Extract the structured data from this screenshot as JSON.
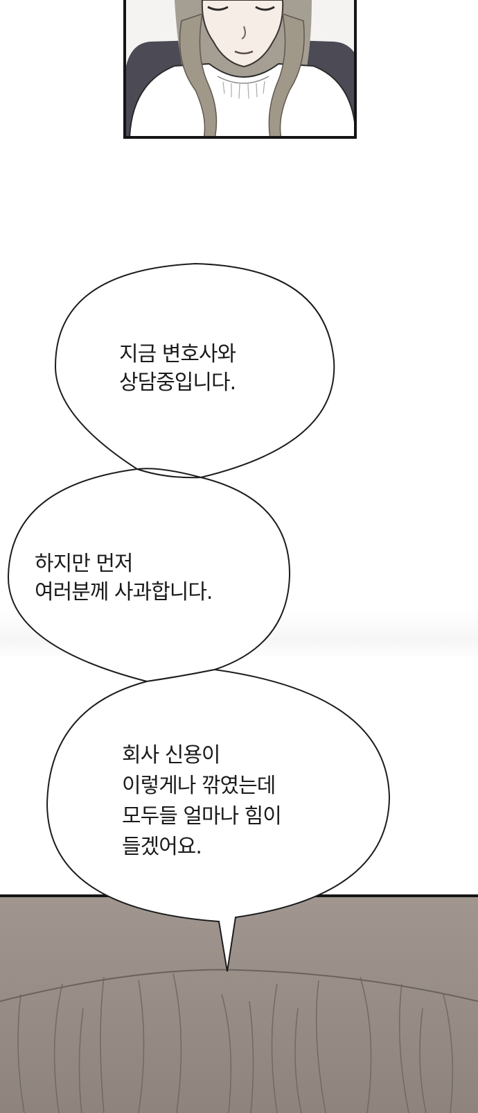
{
  "comic": {
    "bubble1": {
      "lines": [
        "지금 변호사와",
        "상담중입니다."
      ]
    },
    "bubble2": {
      "lines": [
        "하지만 먼저",
        "여러분께 사과합니다."
      ]
    },
    "bubble3": {
      "lines": [
        "회사 신용이",
        "이렇게나 깎였는데",
        "모두들 얼마나 힘이",
        "들겠어요."
      ]
    }
  },
  "colors": {
    "panel_border": "#141414",
    "hair_top": "#a59e93",
    "hair_bottom": "#9a918b",
    "blouse": "#ffffff",
    "chair": "#4b4a55"
  }
}
